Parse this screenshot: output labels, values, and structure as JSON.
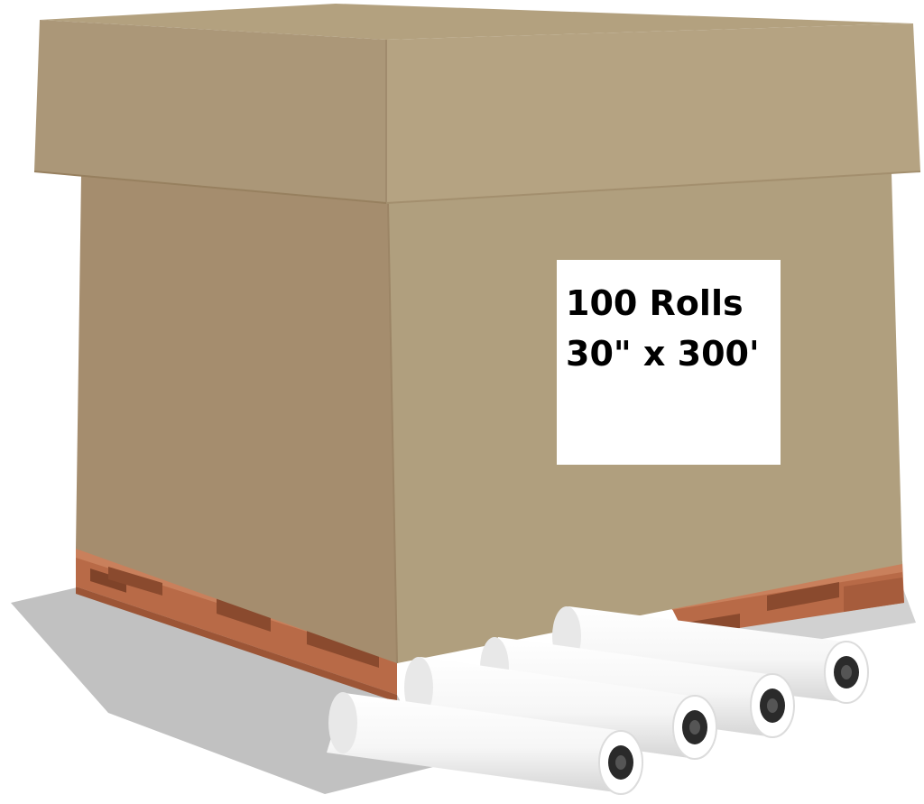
{
  "label": {
    "line1": "100 Rolls",
    "line2": "30\" x 300'"
  },
  "colors": {
    "box_lid_top": "#b3a17f",
    "box_lid_front": "#ab9778",
    "box_lid_side": "#b5a382",
    "box_front": "#a58d6e",
    "box_side": "#b09f7e",
    "pallet_wood": "#b86a47",
    "pallet_dark": "#8a4a2e",
    "roll_white": "#f4f4f4",
    "roll_core": "#2a2a2a"
  },
  "icons": [
    "cardboard-box",
    "wood-pallet",
    "paper-roll"
  ]
}
